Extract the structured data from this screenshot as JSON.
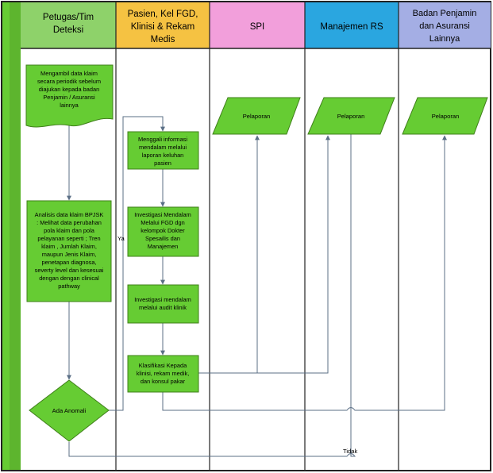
{
  "lanes": [
    {
      "title_lines": [
        "Petugas/Tim",
        "Deteksi"
      ],
      "color": "#8ed26a"
    },
    {
      "title_lines": [
        "Pasien, Kel FGD,",
        "Klinisi & Rekam",
        "Medis"
      ],
      "color": "#f5c242"
    },
    {
      "title_lines": [
        "SPI"
      ],
      "color": "#f29fdb"
    },
    {
      "title_lines": [
        "Manajemen RS"
      ],
      "color": "#2aa6e0"
    },
    {
      "title_lines": [
        "Badan Penjamin",
        "dan Asuransi",
        "Lainnya"
      ],
      "color": "#a4aee4"
    }
  ],
  "nodes": {
    "doc_ambil": [
      "Mengambil data klaim",
      "secara periodik sebelum",
      "diajukan kepada badan",
      "Penjamin / Asuransi",
      "lainnya"
    ],
    "proc_analisis": [
      "Analisis data klaim BPJSK",
      ": Melihat data perubahan",
      "pola klaim dan pola",
      "pelayanan seperti ; Tren",
      "klaim , Jumlah Klaim,",
      "maupun Jenis Klaim,",
      "penetapan diagnosa,",
      "severty level dan kesesuai",
      "dengan dengan clinical",
      "pathway"
    ],
    "decision_anomali": "Ada Anomali",
    "proc_menggali": [
      "Menggali informasi",
      "mendalam melalui",
      "laporan keluhan",
      "pasien"
    ],
    "proc_fgd": [
      "Investigasi Mendalam",
      "Melalui FGD dgn",
      "kelompok Dokter",
      "Spesailis dan",
      "Manajemen"
    ],
    "proc_audit": [
      "Investigasi mendalam",
      "melalui audit klinik"
    ],
    "proc_klasifikasi": [
      "Klasifikasi Kepada",
      "klinisi, rekam medik,",
      "dan konsul pakar"
    ],
    "pelaporan_spi": "Pelaporan",
    "pelaporan_mgmt": "Pelaporan",
    "pelaporan_badan": "Pelaporan"
  },
  "labels": {
    "ya": "Ya",
    "tidak": "Tidak"
  },
  "colors": {
    "shape_fill": "#66cc33",
    "shape_stroke": "#3f7f1a",
    "line": "#5b6f86",
    "left_bar": "#66cc33"
  }
}
